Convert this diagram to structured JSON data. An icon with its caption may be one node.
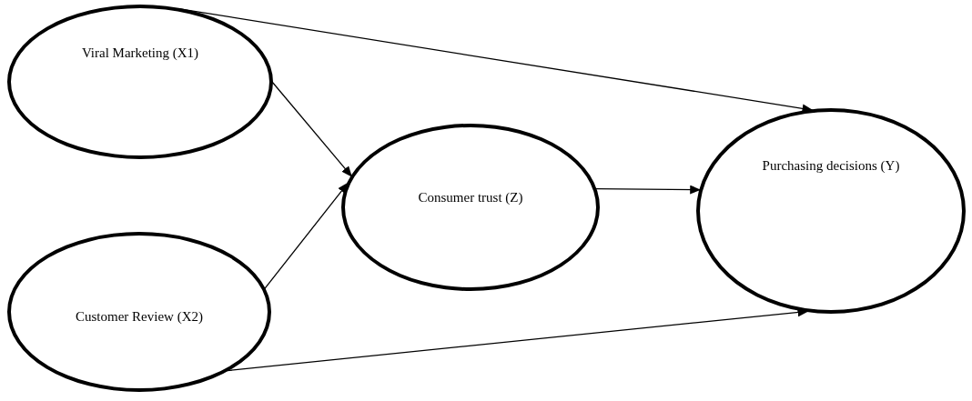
{
  "diagram": {
    "nodes": [
      {
        "text": [
          "Viral Marketing (X1)"
        ]
      },
      {
        "text": [
          "Customer Review (X2)"
        ]
      },
      {
        "text": [
          "Consumer trust (Z)"
        ]
      },
      {
        "text": [
          "Purchasing decisions (Y)"
        ]
      }
    ],
    "edges": [
      {
        "from": 0,
        "to": 3,
        "arrow": "to"
      },
      {
        "from": 0,
        "to": 2,
        "arrow": "to"
      },
      {
        "from": 1,
        "to": 2,
        "arrow": "to"
      },
      {
        "from": 1,
        "to": 3,
        "arrow": "to"
      },
      {
        "from": 2,
        "to": 3,
        "arrow": "to"
      }
    ]
  }
}
